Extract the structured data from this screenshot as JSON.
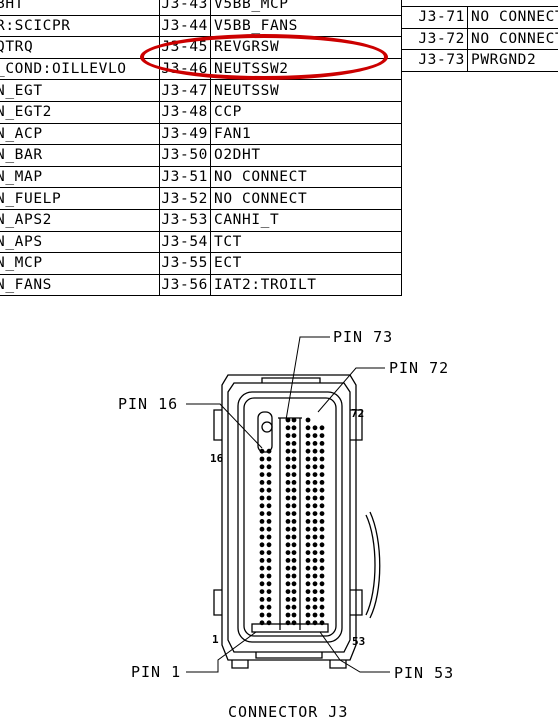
{
  "table1": {
    "rows": [
      {
        "signal": "BHT",
        "pin": "J3-43",
        "func": "V5BB_MCP"
      },
      {
        "signal": "R:SCICPR",
        "pin": "J3-44",
        "func": "V5BB_FANS"
      },
      {
        "signal": "QTRQ",
        "pin": "J3-45",
        "func": "REVGRSW"
      },
      {
        "signal": "_COND:OILLEVLO",
        "pin": "J3-46",
        "func": "NEUTSSW2"
      },
      {
        "signal": "N_EGT",
        "pin": "J3-47",
        "func": "NEUTSSW"
      },
      {
        "signal": "N_EGT2",
        "pin": "J3-48",
        "func": "CCP"
      },
      {
        "signal": "N_ACP",
        "pin": "J3-49",
        "func": "FAN1"
      },
      {
        "signal": "N_BAR",
        "pin": "J3-50",
        "func": "O2DHT"
      },
      {
        "signal": "N_MAP",
        "pin": "J3-51",
        "func": "NO CONNECT"
      },
      {
        "signal": "N_FUELP",
        "pin": "J3-52",
        "func": "NO CONNECT"
      },
      {
        "signal": "N_APS2",
        "pin": "J3-53",
        "func": "CANHI_T"
      },
      {
        "signal": "N_APS",
        "pin": "J3-54",
        "func": "TCT"
      },
      {
        "signal": "N_MCP",
        "pin": "J3-55",
        "func": "ECT"
      },
      {
        "signal": "N_FANS",
        "pin": "J3-56",
        "func": "IAT2:TROILT"
      }
    ]
  },
  "table2": {
    "rows": [
      {
        "pin": "J3-71",
        "func": "NO CONNECT"
      },
      {
        "pin": "J3-72",
        "func": "NO CONNECT"
      },
      {
        "pin": "J3-73",
        "func": "PWRGND2"
      }
    ]
  },
  "labels": {
    "pin73": "PIN 73",
    "pin72": "PIN 72",
    "pin16": "PIN 16",
    "pin1": "PIN 1",
    "pin53": "PIN 53",
    "num16": "16",
    "num72": "72",
    "num1": "1",
    "num53": "53",
    "caption": "CONNECTOR J3"
  },
  "colors": {
    "highlight": "#cc0000",
    "line": "#000000"
  }
}
